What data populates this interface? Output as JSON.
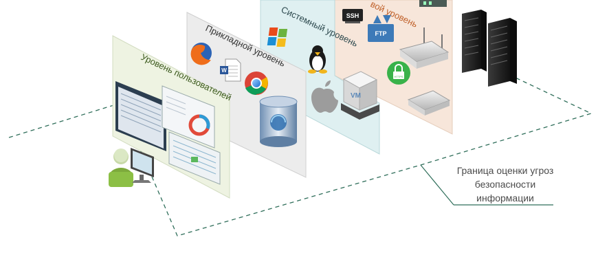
{
  "layers": [
    {
      "label": "Уровень пользователей"
    },
    {
      "label": "Прикладной уровень"
    },
    {
      "label": "Системный уровень"
    },
    {
      "label": "вой уровень"
    }
  ],
  "icons": {
    "ssh": "SSH",
    "ftp": "FTP",
    "https": "HTTPS",
    "vm": "VM"
  },
  "boundary_caption": {
    "line1": "Граница оценки угроз",
    "line2": "безопасности",
    "line3": "информации"
  },
  "colors": {
    "user_layer": "#eef3e2",
    "app_layer": "#ececec",
    "system_layer": "#dff0f1",
    "network_layer": "#f7e6da",
    "network_label": "#c0612a",
    "boundary": "#2f6e5a"
  }
}
